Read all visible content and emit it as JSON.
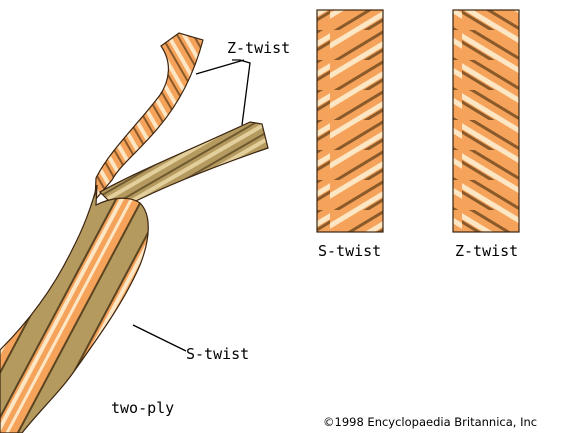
{
  "labels": {
    "z_twist_top": "Z-twist",
    "s_twist_diagram": "S-twist",
    "two_ply": "two-ply",
    "s_twist_column": "S-twist",
    "z_twist_column": "Z-twist",
    "copyright": "©1998 Encyclopaedia Britannica, Inc"
  },
  "colors": {
    "light_strand": "#f5a25a",
    "light_highlight": "#fde6c4",
    "light_dark": "#c9782e",
    "olive_strand": "#b59a60",
    "olive_highlight": "#e2cf9c",
    "olive_dark": "#8a7443",
    "outline": "#3a2410"
  }
}
